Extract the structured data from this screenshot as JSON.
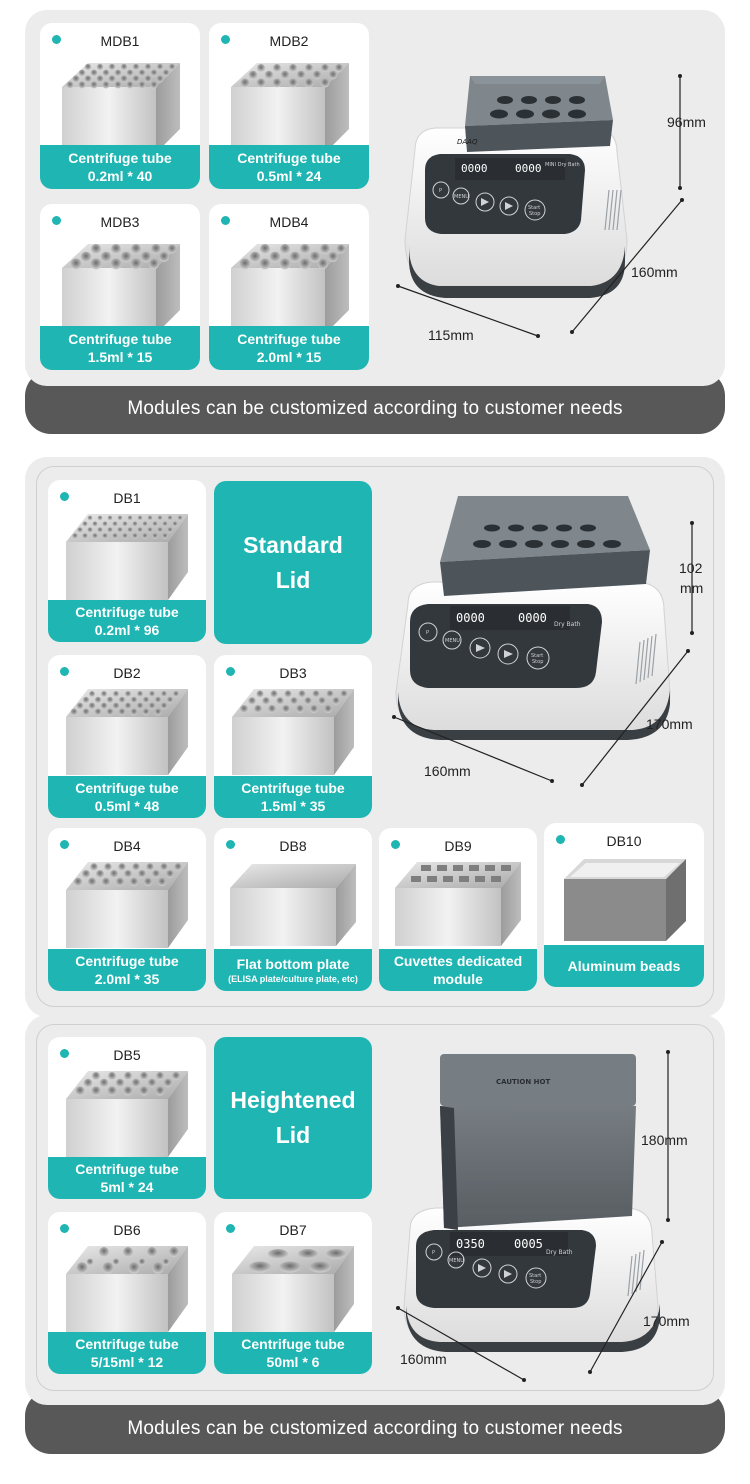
{
  "section1": {
    "modules": [
      {
        "name": "MDB1",
        "cap_line1": "Centrifuge tube",
        "cap_line2": "0.2ml  * 40"
      },
      {
        "name": "MDB2",
        "cap_line1": "Centrifuge tube",
        "cap_line2": "0.5ml  * 24"
      },
      {
        "name": "MDB3",
        "cap_line1": "Centrifuge tube",
        "cap_line2": "1.5ml  * 15"
      },
      {
        "name": "MDB4",
        "cap_line1": "Centrifuge tube",
        "cap_line2": "2.0ml  * 15"
      }
    ],
    "device": {
      "brand": "DAAQ",
      "model_label": "MINI Dry Bath",
      "display_top": "0000",
      "display_bottom": "0000"
    },
    "dims": {
      "height": "96mm",
      "depth": "160mm",
      "width": "115mm"
    },
    "footer": "Modules can be customized according to customer needs"
  },
  "section2": {
    "lid_label_1": "Standard",
    "lid_label_2": "Lid",
    "modules": [
      {
        "name": "DB1",
        "cap_line1": "Centrifuge tube",
        "cap_line2": "0.2ml  * 96"
      },
      {
        "name": "DB2",
        "cap_line1": "Centrifuge tube",
        "cap_line2": "0.5ml  * 48"
      },
      {
        "name": "DB3",
        "cap_line1": "Centrifuge tube",
        "cap_line2": "1.5ml  * 35"
      },
      {
        "name": "DB4",
        "cap_line1": "Centrifuge tube",
        "cap_line2": "2.0ml  * 35"
      },
      {
        "name": "DB8",
        "cap_line1": "Flat bottom plate",
        "cap_line2": "(ELISA plate/culture plate, etc)"
      },
      {
        "name": "DB9",
        "cap_line1": "Cuvettes dedicated",
        "cap_line2": "module"
      },
      {
        "name": "DB10",
        "cap_line1": "Aluminum beads",
        "cap_line2": ""
      }
    ],
    "device": {
      "model_label": "Dry Bath",
      "display_top": "0000",
      "display_bottom": "0000"
    },
    "dims": {
      "height_1": "102",
      "height_2": "mm",
      "depth": "170mm",
      "width": "160mm"
    }
  },
  "section3": {
    "lid_label_1": "Heightened",
    "lid_label_2": "Lid",
    "modules": [
      {
        "name": "DB5",
        "cap_line1": "Centrifuge tube",
        "cap_line2": "5ml  * 24"
      },
      {
        "name": "DB6",
        "cap_line1": "Centrifuge tube",
        "cap_line2": "5/15ml  * 12"
      },
      {
        "name": "DB7",
        "cap_line1": "Centrifuge tube",
        "cap_line2": "50ml  * 6"
      }
    ],
    "device": {
      "lid_warning": "CAUTION HOT",
      "model_label": "Dry Bath",
      "display_top": "0350",
      "display_bottom": "0005"
    },
    "dims": {
      "height": "180mm",
      "depth": "170mm",
      "width": "160mm"
    },
    "footer": "Modules can be customized according to customer needs"
  },
  "buttons": {
    "p": "P",
    "menu": "MENU",
    "start_1": "Start",
    "start_2": "Stop"
  },
  "colors": {
    "accent": "#1fb5b2",
    "panel_light": "#ececec",
    "panel_dark": "#585858"
  }
}
